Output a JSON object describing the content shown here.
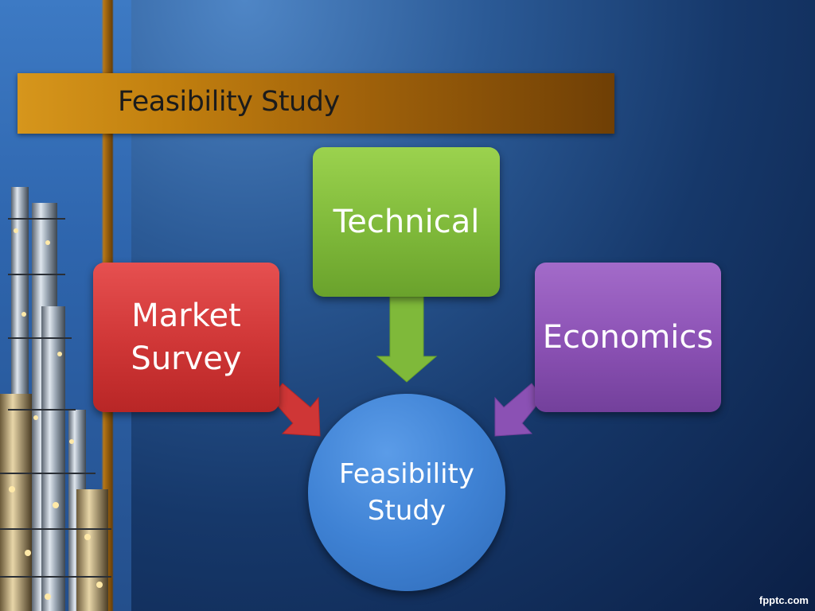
{
  "slide": {
    "title": "Feasibility Study",
    "credit": "fpptc.com"
  },
  "diagram": {
    "center": "Feasibility\nStudy",
    "nodes": [
      {
        "id": "technical",
        "label": "Technical",
        "color": "#7fb93a"
      },
      {
        "id": "market",
        "label": "Market\nSurvey",
        "color": "#cf3636"
      },
      {
        "id": "economics",
        "label": "Economics",
        "color": "#8b51b4"
      }
    ],
    "center_color": "#3f82d4",
    "title_band_color": "#c2800f"
  }
}
